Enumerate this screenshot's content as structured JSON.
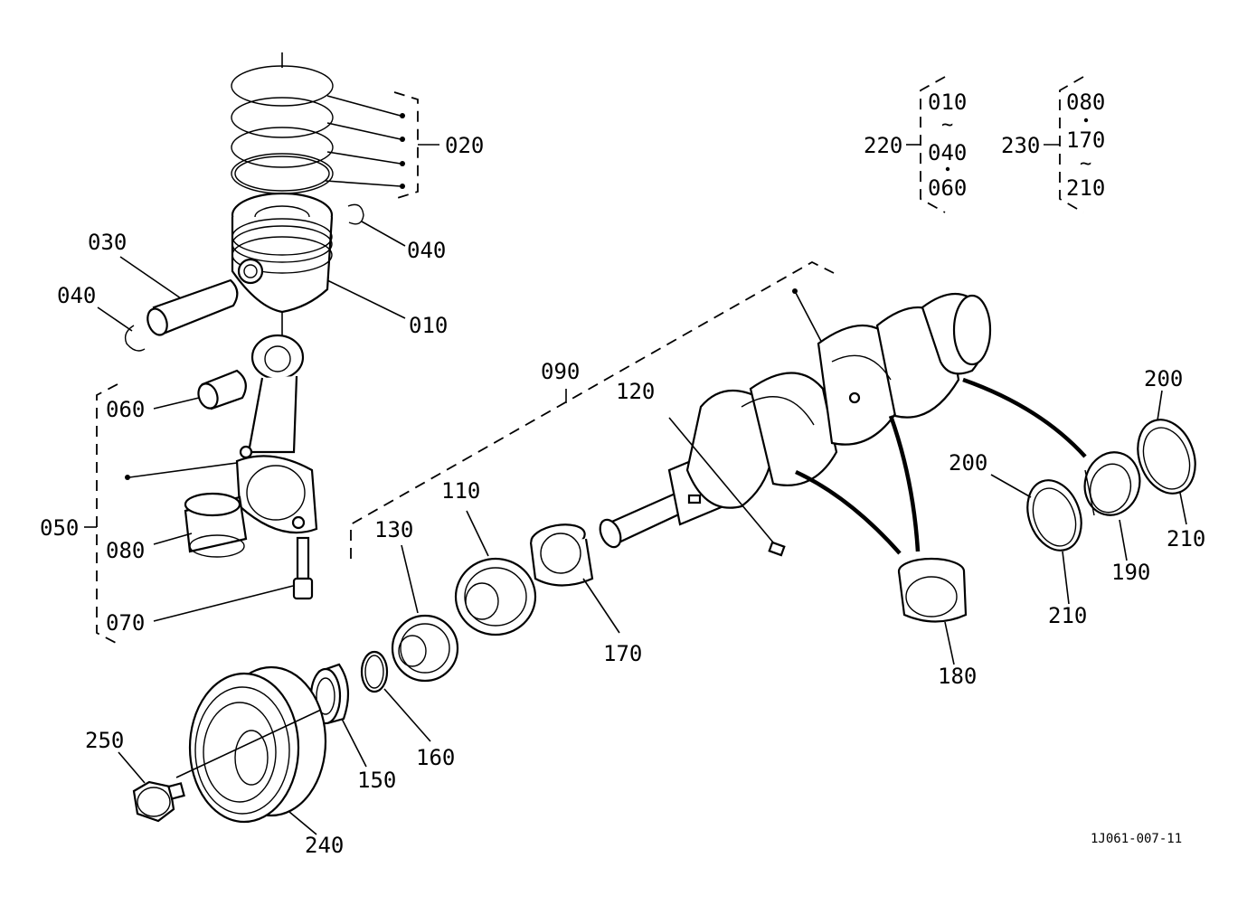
{
  "diagram_id": "1J061-007-11",
  "callouts": {
    "c010": "010",
    "c020": "020",
    "c030": "030",
    "c040a": "040",
    "c040b": "040",
    "c050": "050",
    "c060": "060",
    "c070": "070",
    "c080": "080",
    "c090": "090",
    "c110": "110",
    "c120": "120",
    "c130": "130",
    "c150": "150",
    "c160": "160",
    "c170": "170",
    "c180": "180",
    "c190": "190",
    "c200a": "200",
    "c200b": "200",
    "c210a": "210",
    "c210b": "210",
    "c240": "240",
    "c250": "250"
  },
  "kits": {
    "k220": {
      "label": "220",
      "items": [
        "010",
        "040",
        "060"
      ]
    },
    "k230": {
      "label": "230",
      "items": [
        "080",
        "170",
        "210"
      ]
    }
  }
}
